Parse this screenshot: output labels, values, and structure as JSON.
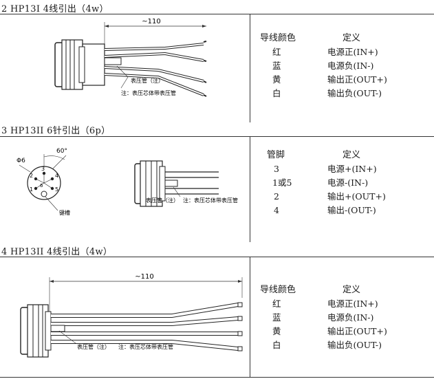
{
  "sections": [
    {
      "title": "2  HP13I 4线引出（4w）",
      "dimension": "~110",
      "labels": {
        "tube": "表压管（注）",
        "note": "注：表压芯体带表压管"
      },
      "table": {
        "headers": [
          "导线颜色",
          "定义"
        ],
        "rows": [
          [
            "红",
            "电源正(IN+)"
          ],
          [
            "蓝",
            "电源负(IN-)"
          ],
          [
            "黄",
            "输出正(OUT+)"
          ],
          [
            "白",
            "输出负(OUT-)"
          ]
        ]
      }
    },
    {
      "title": "3  HP13II 6针引出（6p）",
      "labels": {
        "phi": "Φ6",
        "angle": "60°",
        "pins": [
          "1",
          "2",
          "3",
          "4",
          "5",
          "6"
        ],
        "notch": "键槽",
        "tube": "表压管（注）",
        "note": "注：表压芯体带表压管"
      },
      "table": {
        "headers": [
          "管脚",
          "定义"
        ],
        "rows": [
          [
            "3",
            "电源+(IN+)"
          ],
          [
            "1或5",
            "电源-(IN-)"
          ],
          [
            "2",
            "输出+(OUT+)"
          ],
          [
            "4",
            "输出-(OUT-)"
          ]
        ]
      }
    },
    {
      "title": "4 HP13II 4线引出（4w）",
      "dimension": "~110",
      "labels": {
        "tube": "表压管（注）",
        "note": "注：表压芯体带表压管"
      },
      "table": {
        "headers": [
          "导线颜色",
          "定义"
        ],
        "rows": [
          [
            "红",
            "电源正(IN+)"
          ],
          [
            "蓝",
            "电源负(IN-)"
          ],
          [
            "黄",
            "输出正(OUT+)"
          ],
          [
            "白",
            "输出负(OUT-)"
          ]
        ]
      }
    }
  ]
}
